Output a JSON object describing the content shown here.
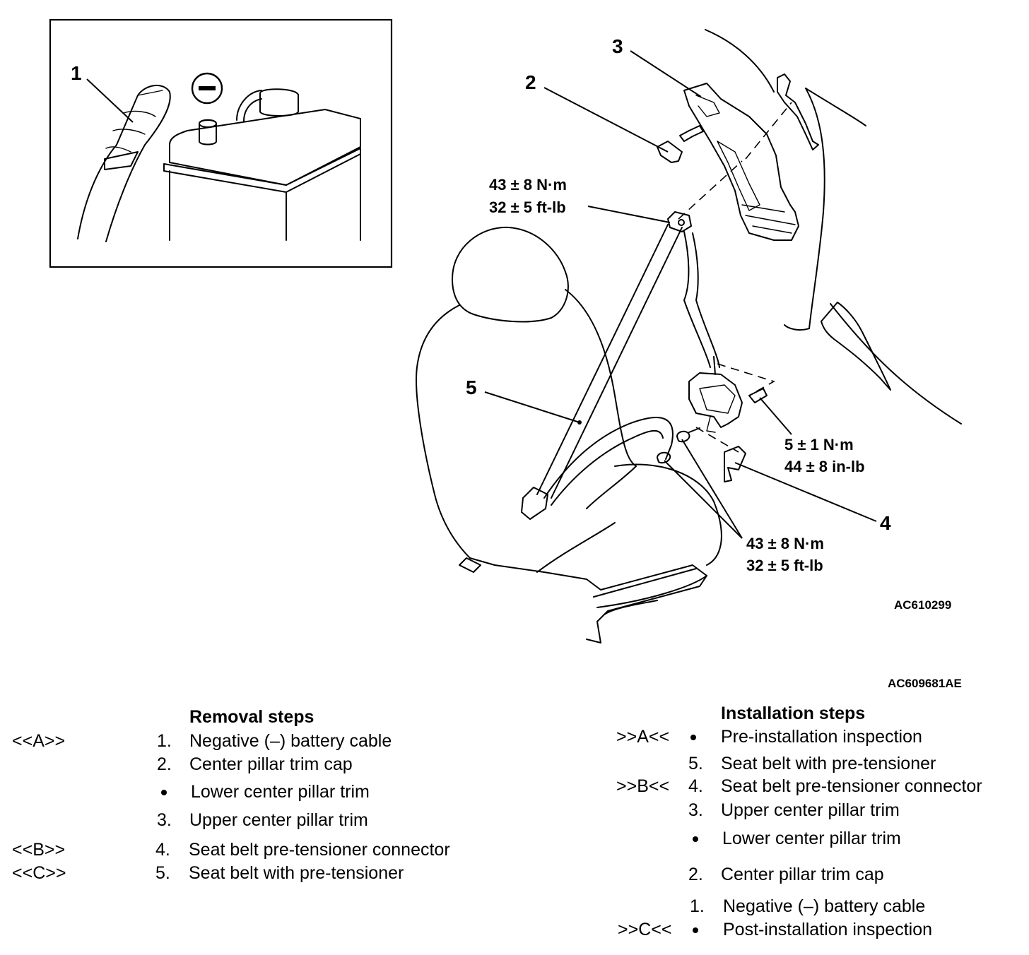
{
  "diagram": {
    "inset_labels": {
      "item1": "1",
      "negative_symbol": "–"
    },
    "callouts": {
      "c1": "1",
      "c2": "2",
      "c3": "3",
      "c4": "4",
      "c5": "5"
    },
    "torques": {
      "upper_anchor": {
        "metric": "43 ± 8 N·m",
        "imperial": "32 ± 5 ft-lb"
      },
      "retractor": {
        "metric": "5 ± 1 N·m",
        "imperial": "44 ± 8 in-lb"
      },
      "lower_anchor": {
        "metric": "43 ± 8 N·m",
        "imperial": "32 ± 5 ft-lb"
      }
    },
    "figure_codes": {
      "main": "AC610299",
      "overall": "AC609681AE"
    }
  },
  "removal": {
    "title": "Removal steps",
    "steps": [
      {
        "tag": "<<A>>",
        "num": "1.",
        "label": "Negative (–) battery cable"
      },
      {
        "tag": "",
        "num": "2.",
        "label": "Center pillar trim cap"
      },
      {
        "tag": "",
        "num": "",
        "bullet": true,
        "label": "Lower center pillar trim"
      },
      {
        "tag": "",
        "num": "3.",
        "label": "Upper center pillar trim"
      },
      {
        "tag": "<<B>>",
        "num": "4.",
        "label": "Seat belt pre-tensioner connector"
      },
      {
        "tag": "<<C>>",
        "num": "5.",
        "label": "Seat belt with pre-tensioner"
      }
    ]
  },
  "installation": {
    "title": "Installation steps",
    "steps": [
      {
        "tag": ">>A<<",
        "num": "",
        "bullet": true,
        "label": "Pre-installation inspection"
      },
      {
        "tag": "",
        "num": "5.",
        "label": "Seat belt with pre-tensioner"
      },
      {
        "tag": ">>B<<",
        "num": "4.",
        "label": "Seat belt pre-tensioner connector"
      },
      {
        "tag": "",
        "num": "3.",
        "label": "Upper center pillar trim"
      },
      {
        "tag": "",
        "num": "",
        "bullet": true,
        "label": "Lower center pillar trim"
      },
      {
        "tag": "",
        "num": "2.",
        "label": "Center pillar trim cap"
      },
      {
        "tag": "",
        "num": "1.",
        "label": "Negative (–) battery cable"
      },
      {
        "tag": ">>C<<",
        "num": "",
        "bullet": true,
        "label": "Post-installation inspection"
      }
    ]
  }
}
